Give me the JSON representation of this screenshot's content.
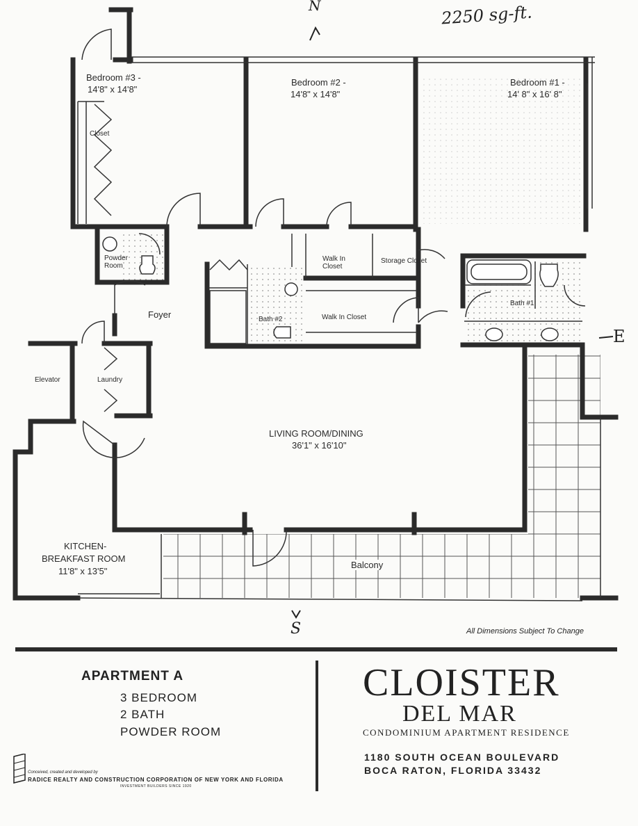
{
  "handwriting": {
    "square_feet": "2250 sg-ft.",
    "north_mark": "N",
    "south_mark": "S",
    "east_mark": "E"
  },
  "rooms": {
    "bedroom3": {
      "name": "Bedroom #3 -",
      "dims": "14'8\" x 14'8\""
    },
    "bedroom2": {
      "name": "Bedroom #2 -",
      "dims": "14'8\" x 14'8\""
    },
    "bedroom1": {
      "name": "Bedroom #1 -",
      "dims": "14' 8\" x 16' 8\""
    },
    "closet": "Closet",
    "powder_room": [
      "Powder",
      "Room"
    ],
    "walk_in_closet_upper": [
      "Walk In",
      "Closet"
    ],
    "storage_closet": "Storage Closet",
    "bath1": "Bath #1",
    "bath2": "Bath #2",
    "walk_in_closet_lower": "Walk In Closet",
    "foyer": "Foyer",
    "elevator": "Elevator",
    "laundry": "Laundry",
    "living": {
      "name": "LIVING ROOM/DINING",
      "dims": "36'1\" x 16'10\""
    },
    "kitchen": {
      "name": [
        "KITCHEN-",
        "BREAKFAST ROOM"
      ],
      "dims": "11'8\" x 13'5\""
    },
    "balcony": "Balcony"
  },
  "note": "All Dimensions Subject To Change",
  "apartment": {
    "title": "APARTMENT A",
    "lines": [
      "3 BEDROOM",
      "2 BATH",
      "POWDER ROOM"
    ]
  },
  "brand": {
    "line1": "CLOISTER",
    "line2": "DEL MAR",
    "line3": "CONDOMINIUM APARTMENT RESIDENCE",
    "address1": "1180 SOUTH OCEAN BOULEVARD",
    "address2": "BOCA RATON, FLORIDA 33432"
  },
  "credit": {
    "line1": "Conceived, created and developed by",
    "line2": "RADICE REALTY AND CONSTRUCTION CORPORATION OF NEW YORK AND FLORIDA",
    "line3": "INVESTMENT BUILDERS SINCE 1920"
  }
}
